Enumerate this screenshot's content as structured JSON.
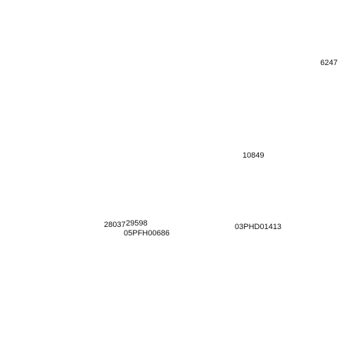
{
  "labels": [
    "6247",
    "10849",
    "28037",
    "29598",
    "05PFH00686",
    "03PHD01413"
  ]
}
